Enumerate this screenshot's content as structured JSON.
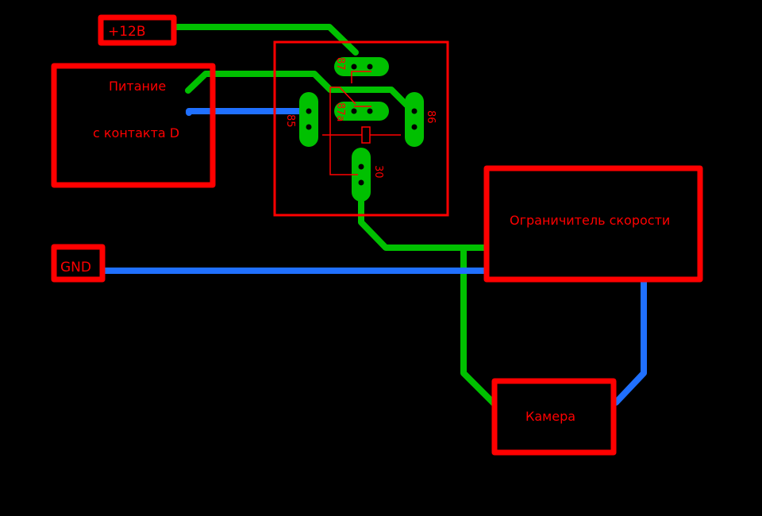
{
  "colors": {
    "background": "#000000",
    "outline": "#ff0000",
    "trace_top": "#00c000",
    "trace_bottom": "#2070ff",
    "pad": "#00c000"
  },
  "labels": {
    "power_12v": "+12В",
    "power_from_d_line1": "Питание",
    "power_from_d_line2": "с контакта D",
    "gnd": "GND",
    "speed_limiter": "Ограничитель скорости",
    "camera": "Камера"
  },
  "relay": {
    "pins": {
      "p87": "87",
      "p87a": "87a",
      "p85": "85",
      "p86": "86",
      "p30": "30"
    }
  }
}
